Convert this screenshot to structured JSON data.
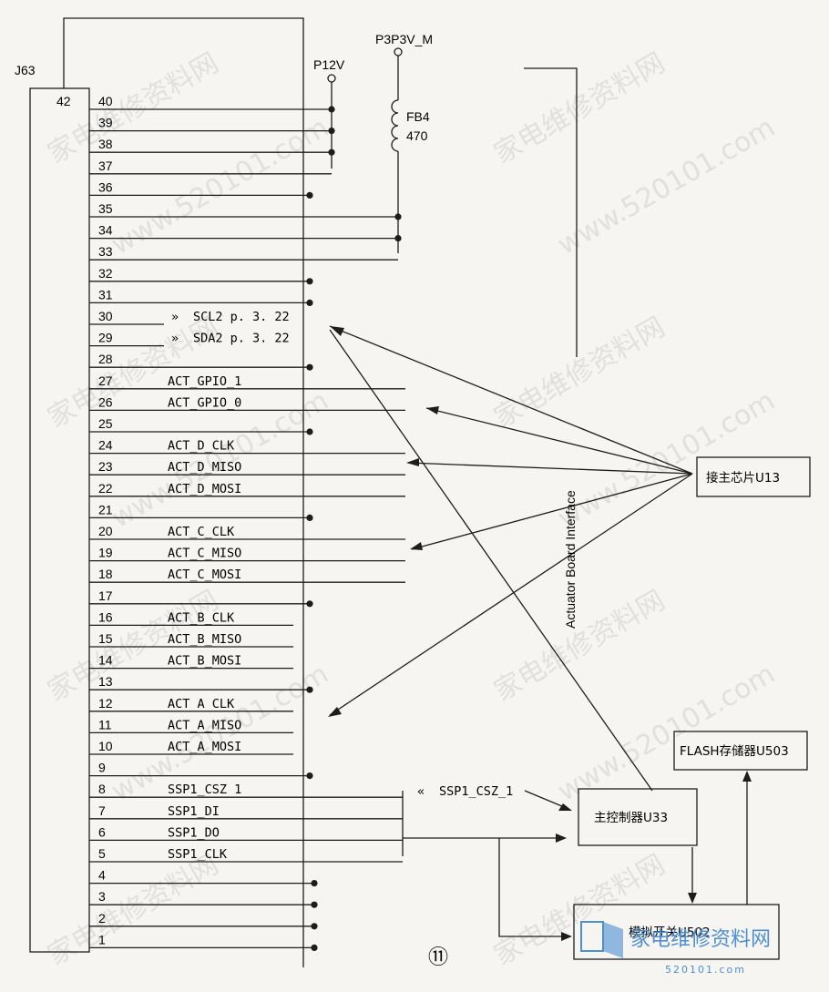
{
  "connector": {
    "ref": "J63",
    "pin_top": "42"
  },
  "power": {
    "p12v": "P12V",
    "p3p3v": "P3P3V_M",
    "ferrite_ref": "FB4",
    "ferrite_val": "470"
  },
  "pins": [
    {
      "n": "40",
      "sig": ""
    },
    {
      "n": "39",
      "sig": ""
    },
    {
      "n": "38",
      "sig": ""
    },
    {
      "n": "37",
      "sig": ""
    },
    {
      "n": "36",
      "sig": ""
    },
    {
      "n": "35",
      "sig": ""
    },
    {
      "n": "34",
      "sig": ""
    },
    {
      "n": "33",
      "sig": ""
    },
    {
      "n": "32",
      "sig": ""
    },
    {
      "n": "31",
      "sig": ""
    },
    {
      "n": "30",
      "sig": "SCL2  p. 3. 22"
    },
    {
      "n": "29",
      "sig": "SDA2  p. 3. 22"
    },
    {
      "n": "28",
      "sig": ""
    },
    {
      "n": "27",
      "sig": "ACT_GPIO_1"
    },
    {
      "n": "26",
      "sig": "ACT_GPIO_0"
    },
    {
      "n": "25",
      "sig": ""
    },
    {
      "n": "24",
      "sig": "ACT_D_CLK"
    },
    {
      "n": "23",
      "sig": "ACT_D_MISO"
    },
    {
      "n": "22",
      "sig": "ACT_D_MOSI"
    },
    {
      "n": "21",
      "sig": ""
    },
    {
      "n": "20",
      "sig": "ACT_C_CLK"
    },
    {
      "n": "19",
      "sig": "ACT_C_MISO"
    },
    {
      "n": "18",
      "sig": "ACT_C_MOSI"
    },
    {
      "n": "17",
      "sig": ""
    },
    {
      "n": "16",
      "sig": "ACT_B_CLK"
    },
    {
      "n": "15",
      "sig": "ACT_B_MISO"
    },
    {
      "n": "14",
      "sig": "ACT_B_MOSI"
    },
    {
      "n": "13",
      "sig": ""
    },
    {
      "n": "12",
      "sig": "ACT A CLK"
    },
    {
      "n": "11",
      "sig": "ACT_A_MISO"
    },
    {
      "n": "10",
      "sig": "ACT_A_MOSI"
    },
    {
      "n": "9",
      "sig": ""
    },
    {
      "n": "8",
      "sig": "SSP1_CSZ 1"
    },
    {
      "n": "7",
      "sig": "SSP1_DI"
    },
    {
      "n": "6",
      "sig": "SSP1_DO"
    },
    {
      "n": "5",
      "sig": "SSP1_CLK"
    },
    {
      "n": "4",
      "sig": ""
    },
    {
      "n": "3",
      "sig": ""
    },
    {
      "n": "2",
      "sig": ""
    },
    {
      "n": "1",
      "sig": ""
    }
  ],
  "interface_label": "Actuator Board Interface",
  "offpage": {
    "ssp1_csz": "SSP1_CSZ_1"
  },
  "blocks": {
    "main_chip": "接主芯片U13",
    "controller": "主控制器U33",
    "flash": "FLASH存储器U503",
    "analog_switch": "模拟开关U502"
  },
  "page_number": "⑪",
  "watermark": {
    "text_cn": "家电维修资料网",
    "text_url": "www.520101.com",
    "brand_cn": "家电维修资料网",
    "brand_url": "520101.com"
  }
}
